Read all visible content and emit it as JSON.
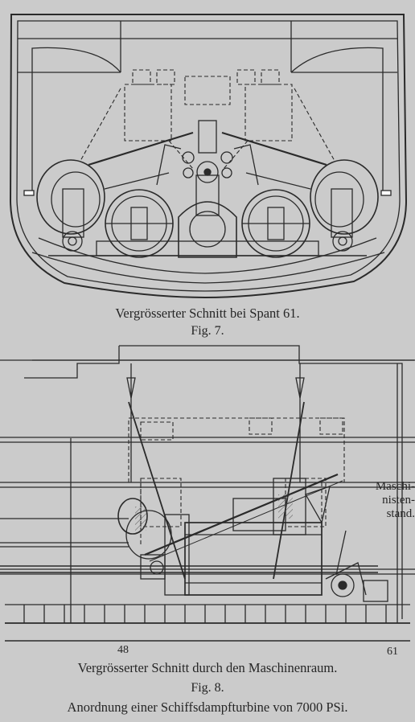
{
  "figure7": {
    "caption": "Vergrösserter Schnitt bei Spant 61.",
    "fig_label": "Fig. 7."
  },
  "figure8": {
    "caption": "Vergrösserter Schnitt durch den Maschinenraum.",
    "fig_label": "Fig. 8.",
    "callout_line1": "Maschi-",
    "callout_line2": "nisten-",
    "callout_line3": "stand.",
    "frame_left": "48",
    "frame_right": "61"
  },
  "title": "Anordnung einer Schiffsdampfturbine von 7000 PSi."
}
